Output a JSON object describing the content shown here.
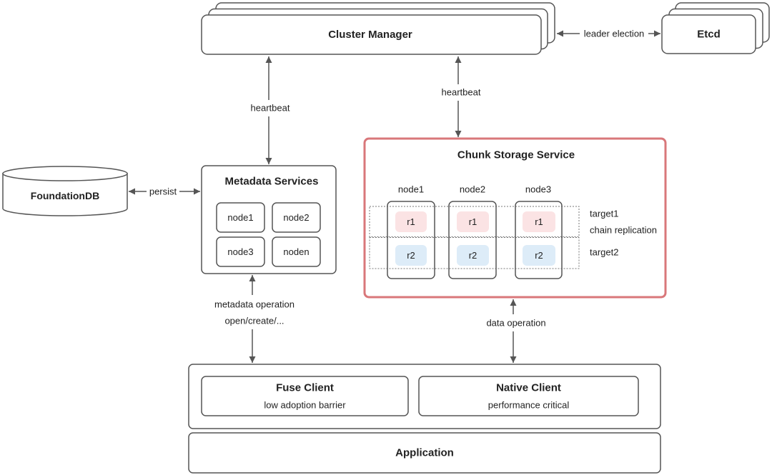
{
  "cluster_manager": {
    "label": "Cluster Manager"
  },
  "etcd": {
    "label": "Etcd"
  },
  "foundationdb": {
    "label": "FoundationDB"
  },
  "edges": {
    "leader_election": "leader election",
    "persist": "persist",
    "heartbeat_metadata": "heartbeat",
    "heartbeat_chunk": "heartbeat",
    "metadata_operation": "metadata operation",
    "metadata_operation_examples": "open/create/...",
    "data_operation": "data operation"
  },
  "metadata_services": {
    "title": "Metadata Services",
    "nodes": [
      "node1",
      "node2",
      "node3",
      "noden"
    ]
  },
  "chunk_storage": {
    "title": "Chunk Storage Service",
    "nodes": [
      "node1",
      "node2",
      "node3"
    ],
    "targets": [
      {
        "label": "target1",
        "replica": "r1",
        "note": "chain replication"
      },
      {
        "label": "target2",
        "replica": "r2"
      }
    ]
  },
  "clients": {
    "fuse": {
      "title": "Fuse Client",
      "subtitle": "low adoption barrier"
    },
    "native": {
      "title": "Native Client",
      "subtitle": "performance critical"
    }
  },
  "application": {
    "label": "Application"
  },
  "colors": {
    "chunk_storage_border": "#d9777a",
    "replica_target1_fill": "#fbe3e4",
    "replica_target2_fill": "#ddecf8",
    "line": "#555555",
    "text": "#222222"
  }
}
